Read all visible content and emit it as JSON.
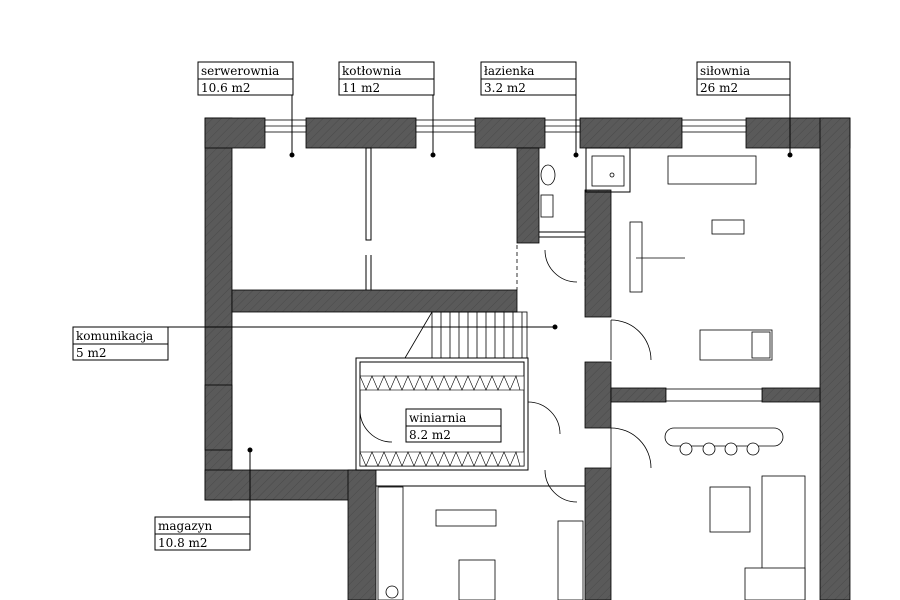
{
  "rooms": [
    {
      "id": "serwerownia",
      "name": "serwerownia",
      "area": "10.6 m2"
    },
    {
      "id": "kotlownia",
      "name": "kotłownia",
      "area": "11 m2"
    },
    {
      "id": "lazienka",
      "name": "łazienka",
      "area": "3.2 m2"
    },
    {
      "id": "silownia",
      "name": "siłownia",
      "area": "26 m2"
    },
    {
      "id": "komunikacja",
      "name": "komunikacja",
      "area": "5 m2"
    },
    {
      "id": "winiarnia",
      "name": "winiarnia",
      "area": "8.2 m2"
    },
    {
      "id": "magazyn",
      "name": "magazyn",
      "area": "10.8 m2"
    }
  ],
  "colors": {
    "wall": "#5a5a5a",
    "line": "#000000",
    "background": "#ffffff"
  }
}
